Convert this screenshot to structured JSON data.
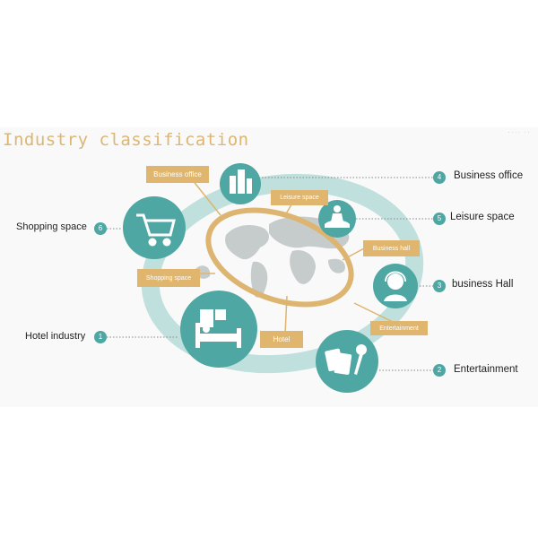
{
  "heading": "Industry classification",
  "watermark": "˙˙˙˙ ˙˙",
  "colors": {
    "teal": "#4fa7a3",
    "gold": "#e0b56d",
    "ring": "#bfe0dc",
    "map": "#c9cfcf"
  },
  "categories": [
    {
      "number": "1",
      "label": "Hotel industry",
      "tag": "Hotel",
      "icon": "hotel-bed-icon"
    },
    {
      "number": "2",
      "label": "Entertainment",
      "tag": "Entertainment",
      "icon": "cards-microphone-icon"
    },
    {
      "number": "3",
      "label": "business Hall",
      "tag": "Business hall",
      "icon": "service-agent-icon"
    },
    {
      "number": "4",
      "label": "Business office",
      "tag": "Business office",
      "icon": "office-buildings-icon"
    },
    {
      "number": "5",
      "label": "Leisure space",
      "tag": "Leisure space",
      "icon": "meditation-icon"
    },
    {
      "number": "6",
      "label": "Shopping space",
      "tag": "Shopping space",
      "icon": "shopping-cart-icon"
    }
  ]
}
